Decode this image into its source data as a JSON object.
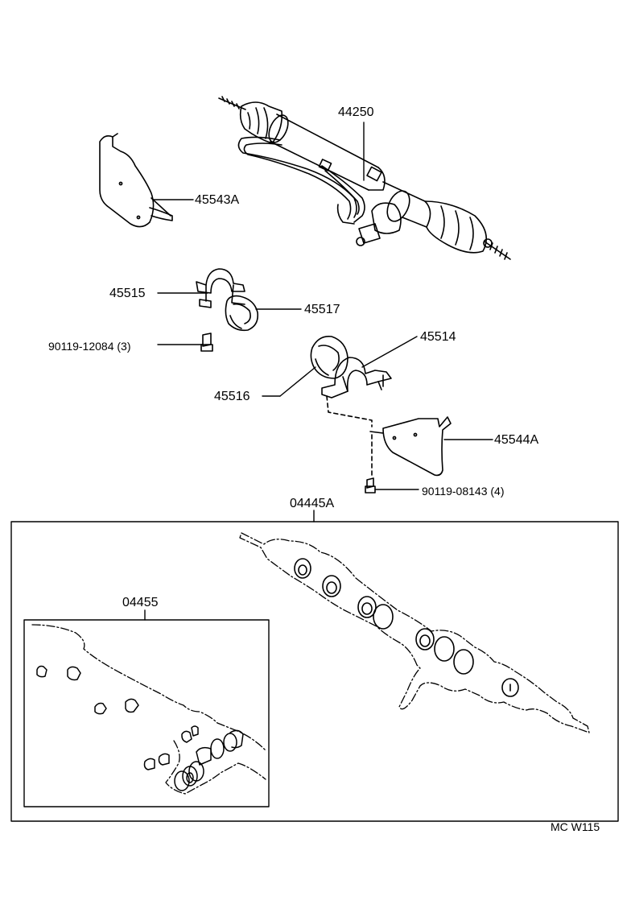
{
  "labels": {
    "p44250": "44250",
    "p45543A": "45543A",
    "p45515": "45515",
    "p45517": "45517",
    "p90119_12084": "90119-12084 (3)",
    "p45514": "45514",
    "p45516": "45516",
    "p45544A": "45544A",
    "p90119_08143": "90119-08143 (4)",
    "p04445A": "04445A",
    "p04455": "04455",
    "code": "MC W115"
  }
}
